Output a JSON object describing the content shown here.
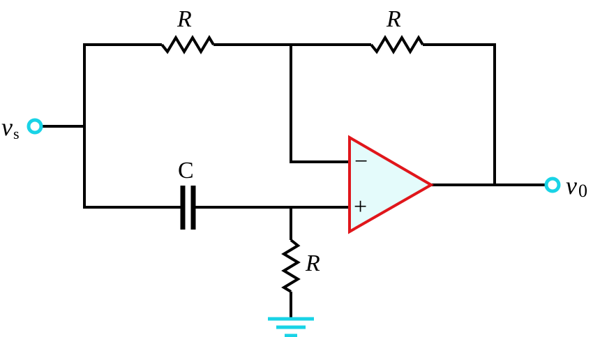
{
  "labels": {
    "r_top_left": "R",
    "r_top_right": "R",
    "r_bottom": "R",
    "capacitor": "C",
    "input_main": "v",
    "input_sub": "s",
    "output_main": "v",
    "output_sub": "0",
    "opamp_minus": "−",
    "opamp_plus": "+"
  },
  "colors": {
    "wire": "#000000",
    "opamp_outline": "#e0161b",
    "opamp_fill": "#e4fbfb",
    "terminal": "#19d3e6",
    "ground": "#19d3e6"
  },
  "icons": {
    "input_terminal": "terminal-circle-icon",
    "output_terminal": "terminal-circle-icon",
    "ground": "ground-icon"
  }
}
